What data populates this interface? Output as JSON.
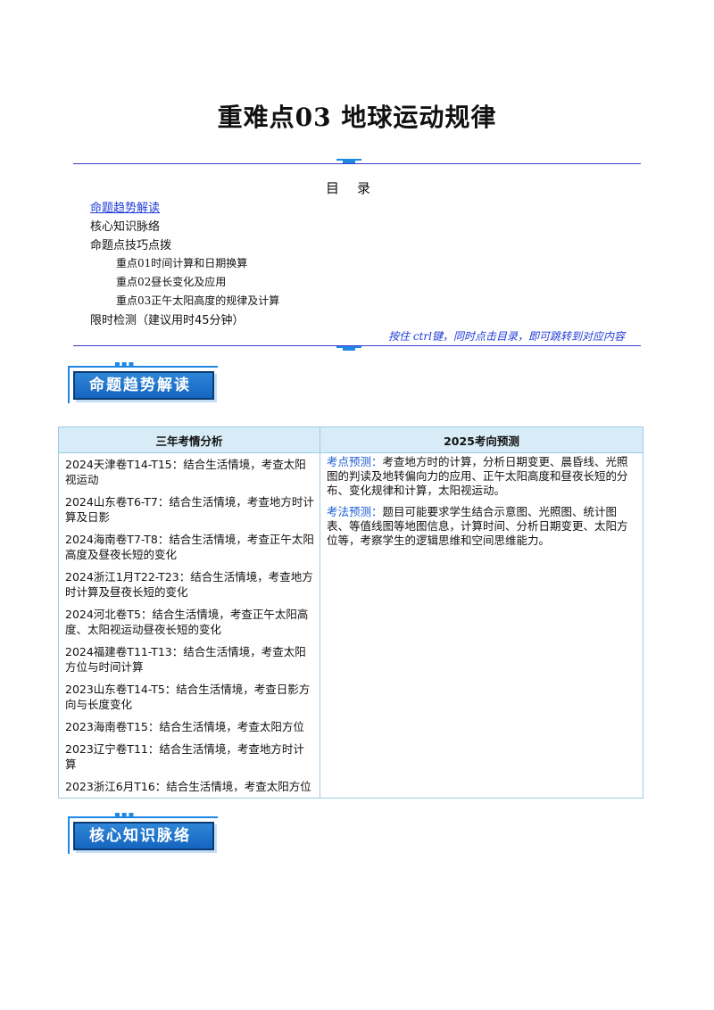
{
  "doc": {
    "title": "重难点03  地球运动规律"
  },
  "toc": {
    "heading": "目录",
    "items": [
      {
        "label": "命题趋势解读",
        "level": 1,
        "link": true
      },
      {
        "label": "核心知识脉络",
        "level": 1,
        "link": false
      },
      {
        "label": "命题点技巧点拨",
        "level": 1,
        "link": false
      },
      {
        "label": "重点01时间计算和日期换算",
        "level": 2,
        "link": false
      },
      {
        "label": "重点02昼长变化及应用",
        "level": 2,
        "link": false
      },
      {
        "label": "重点03正午太阳高度的规律及计算",
        "level": 2,
        "link": false
      },
      {
        "label": "限时检测（建议用时45分钟）",
        "level": 1,
        "link": false
      }
    ],
    "hint": "按住 ctrl键，同时点击目录，即可跳转到对应内容"
  },
  "sections": {
    "trend": "命题趋势解读",
    "knowledge": "核心知识脉络"
  },
  "table": {
    "headers": [
      "三年考情分析",
      "2025考向预测"
    ],
    "left": [
      "2024天津卷T14-T15：结合生活情境，考查太阳视运动",
      "2024山东卷T6-T7：结合生活情境，考查地方时计算及日影",
      "2024海南卷T7-T8：结合生活情境，考查正午太阳高度及昼夜长短的变化",
      "2024浙江1月T22-T23：结合生活情境，考查地方时计算及昼夜长短的变化",
      "2024河北卷T5：结合生活情境，考查正午太阳高度、太阳视运动昼夜长短的变化",
      "2024福建卷T11-T13：结合生活情境，考查太阳方位与时间计算",
      "2023山东卷T14-T5：结合生活情境，考查日影方向与长度变化",
      "2023海南卷T15：结合生活情境，考查太阳方位",
      "2023辽宁卷T11：结合生活情境，考查地方时计算",
      "2023浙江6月T16：结合生活情境，考查太阳方位"
    ],
    "right": [
      {
        "label": "考点预测：",
        "text": "考查地方时的计算，分析日期变更、晨昏线、光照图的判读及地转偏向力的应用、正午太阳高度和昼夜长短的分布、变化规律和计算，太阳视运动。"
      },
      {
        "label": "考法预测：",
        "text": "题目可能要求学生结合示意图、光照图、统计图表、等值线图等地图信息，计算时间、分析日期变更、太阳方位等，考察学生的逻辑思维和空间思维能力。"
      }
    ]
  }
}
